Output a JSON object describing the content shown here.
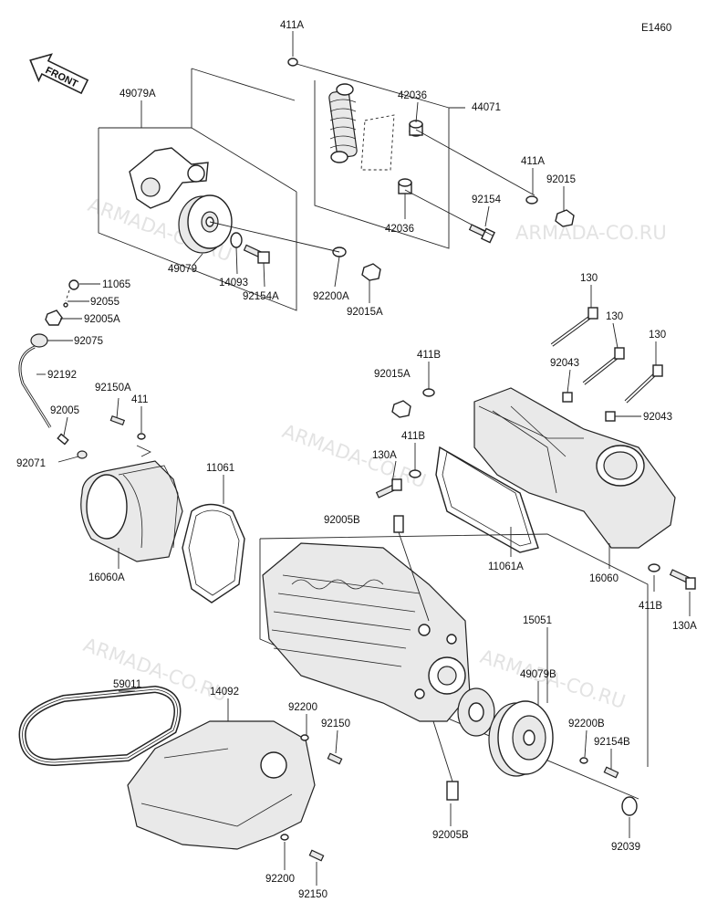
{
  "diagram_code": "E1460",
  "front_label": "FRONT",
  "watermark": "ARMADA-CO.RU",
  "labels": {
    "p411A_top": "411A",
    "p44071": "44071",
    "p42036_top": "42036",
    "p42036_bot": "42036",
    "p411A_right": "411A",
    "p92015": "92015",
    "p92154": "92154",
    "p49079A": "49079A",
    "p49079": "49079",
    "p14093": "14093",
    "p92154A": "92154A",
    "p92200A": "92200A",
    "p92015A_left": "92015A",
    "p11065": "11065",
    "p92055": "92055",
    "p92005A": "92005A",
    "p92075": "92075",
    "p92192": "92192",
    "p92150A": "92150A",
    "p411_left": "411",
    "p92005": "92005",
    "p92071": "92071",
    "p11061": "11061",
    "p16060A": "16060A",
    "p130_a": "130",
    "p130_b": "130",
    "p130_c": "130",
    "p411B_top": "411B",
    "p92015A_right": "92015A",
    "p92043_a": "92043",
    "p92043_b": "92043",
    "p411B_mid": "411B",
    "p130A_left": "130A",
    "p92005B_top": "92005B",
    "p11061A": "11061A",
    "p16060": "16060",
    "p411B_bot": "411B",
    "p130A_right": "130A",
    "p15051": "15051",
    "p49079B": "49079B",
    "p59011": "59011",
    "p14092": "14092",
    "p92200_mid": "92200",
    "p92150_mid": "92150",
    "p92200B": "92200B",
    "p92154B": "92154B",
    "p92005B_bot": "92005B",
    "p92039": "92039",
    "p92200_bot": "92200",
    "p92150_bot": "92150"
  }
}
